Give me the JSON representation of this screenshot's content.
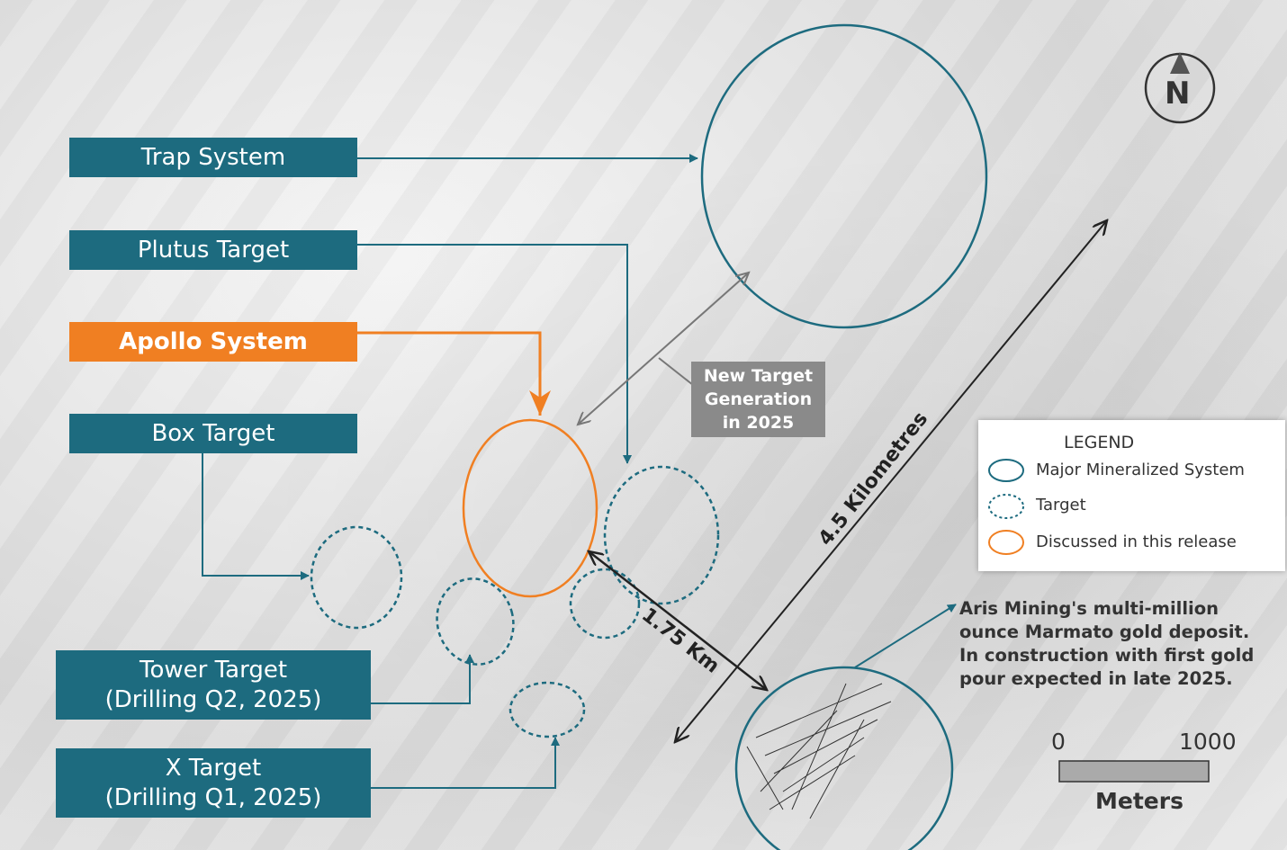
{
  "labels": {
    "trap": "Trap System",
    "plutus": "Plutus Target",
    "apollo": "Apollo System",
    "box": "Box Target",
    "tower_1": "Tower Target",
    "tower_2": "(Drilling Q2, 2025)",
    "x_1": "X Target",
    "x_2": "(Drilling Q1, 2025)"
  },
  "new_target": [
    "New Target",
    "Generation",
    "in 2025"
  ],
  "distances": {
    "long": "4.5 Kilometres",
    "short": "1.75 Km"
  },
  "legend": {
    "title": "LEGEND",
    "items": [
      "Major Mineralized System",
      "Target",
      "Discussed in this release"
    ]
  },
  "note": [
    "Aris Mining's multi-million",
    "ounce Marmato gold deposit.",
    "In construction with first gold",
    "pour expected in late 2025."
  ],
  "scale": {
    "start": "0",
    "end": "1000",
    "unit": "Meters"
  },
  "north": "N",
  "colors": {
    "teal": "#1d6b7f",
    "orange": "#f07f22",
    "gray": "#8a8a8a"
  }
}
